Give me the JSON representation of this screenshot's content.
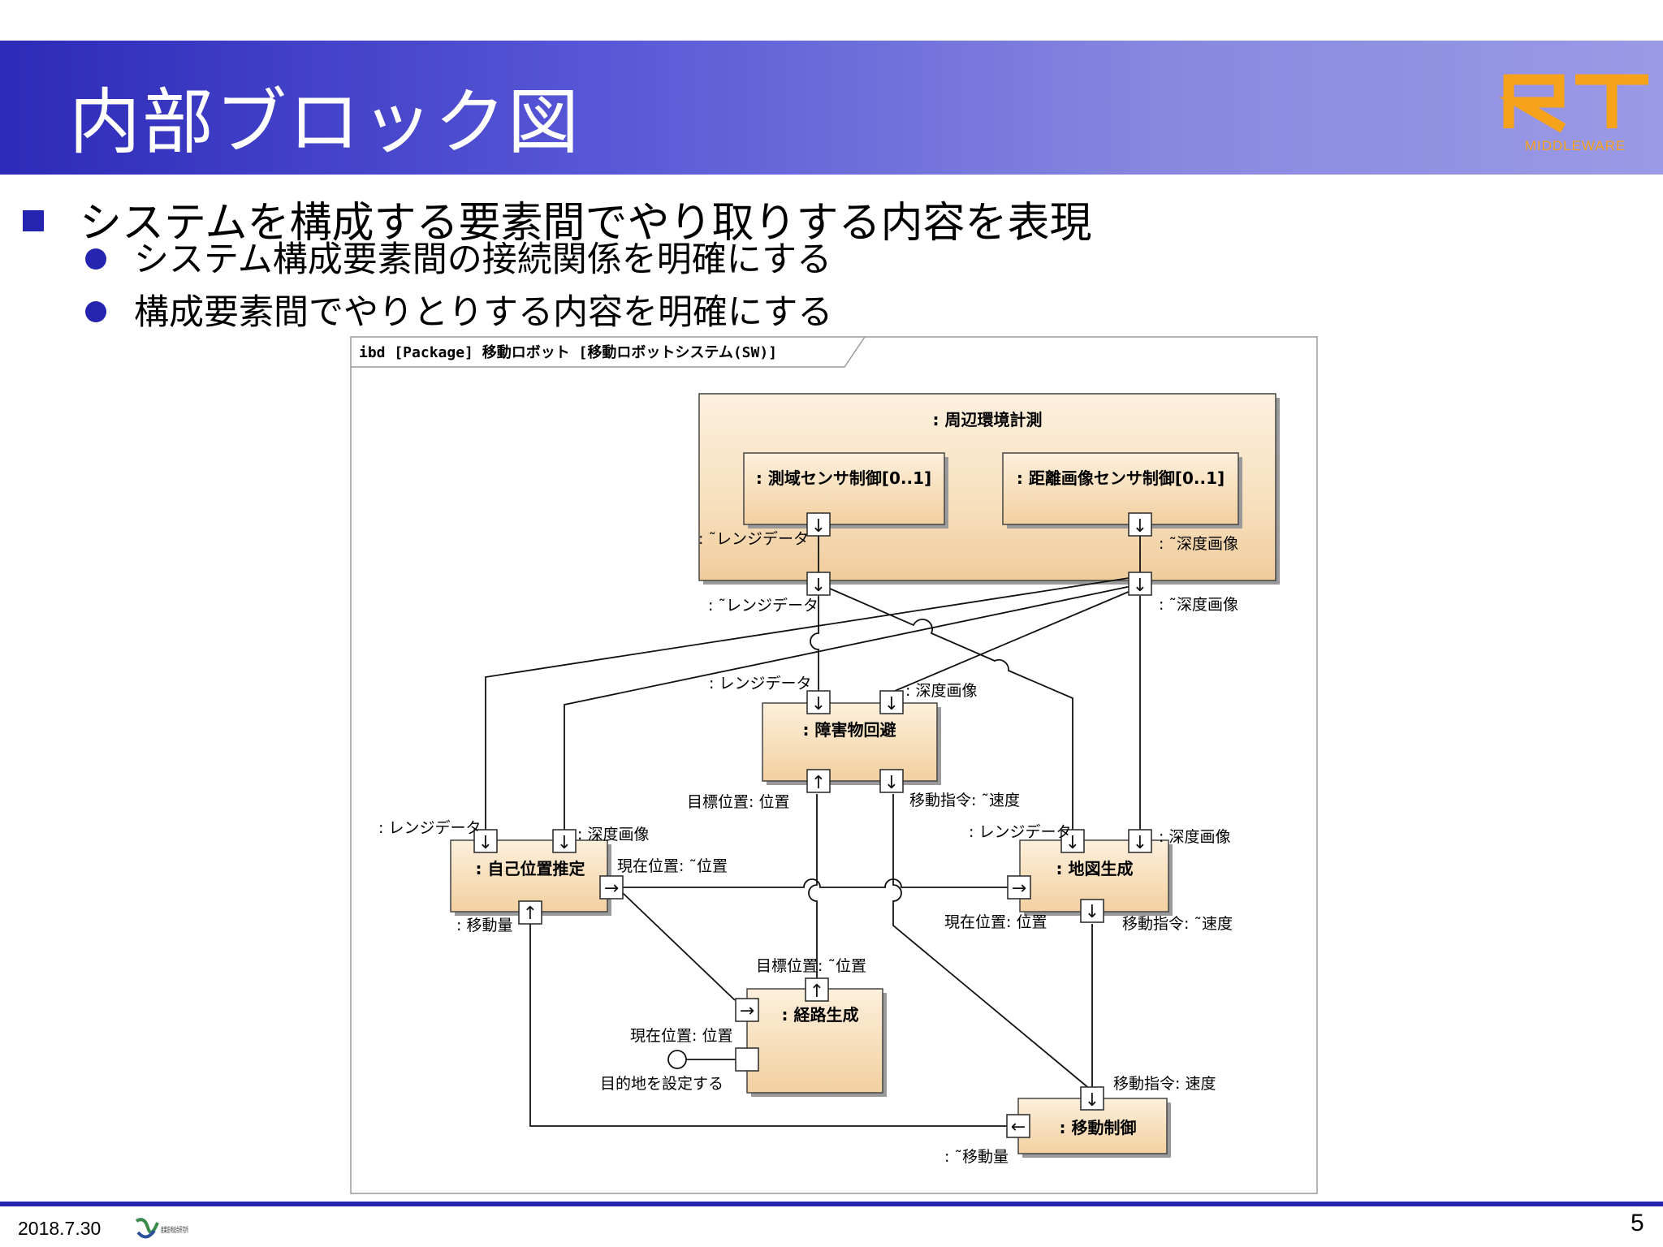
{
  "slide": {
    "title": "内部ブロック図",
    "page_number": "5",
    "date": "2018.7.30",
    "logo_text": "MIDDLEWARE",
    "footer_logo_text": "産業技術総合研究所"
  },
  "bullets": {
    "main": "システムを構成する要素間でやり取りする内容を表現",
    "sub": [
      "システム構成要素間の接続関係を明確にする",
      "構成要素間でやりとりする内容を明確にする"
    ]
  },
  "colors": {
    "accent": "#2424b0",
    "block_fill_light": "#fdf0dc",
    "block_fill_dark": "#f2d0a0",
    "logo_orange": "#f7a21b"
  },
  "diagram": {
    "frame_label": "ibd [Package] 移動ロボット [移動ロボットシステム(SW)]",
    "blocks": {
      "env": ": 周辺環境計測",
      "lrf": ": 測域センサ制御[0..1]",
      "depth": ": 距離画像センサ制御[0..1]",
      "obstacle": ": 障害物回避",
      "localize": ": 自己位置推定",
      "map": ": 地図生成",
      "path": ": 経路生成",
      "motion": ": 移動制御"
    },
    "labels": {
      "lrf_range": ": ˜レンジデータ",
      "depth_depth": ": ˜深度画像",
      "env_range": ": ˜レンジデータ",
      "env_depth": ": ˜深度画像",
      "obs_range": ": レンジデータ",
      "obs_depth": ": 深度画像",
      "obs_target": "目標位置: 位置",
      "obs_cmd": "移動指令: ˜速度",
      "loc_range": ": レンジデータ",
      "loc_depth": ": 深度画像",
      "loc_pos": "現在位置: ˜位置",
      "loc_move": ": 移動量",
      "map_range": ": レンジデータ",
      "map_depth": ": 深度画像",
      "map_pos": "現在位置: 位置",
      "map_cmd": "移動指令: ˜速度",
      "path_target": "目標位置: ˜位置",
      "path_pos": "現在位置: 位置",
      "path_goal": "目的地を設定する",
      "motion_cmd": "移動指令: 速度",
      "motion_move": ": ˜移動量"
    }
  }
}
